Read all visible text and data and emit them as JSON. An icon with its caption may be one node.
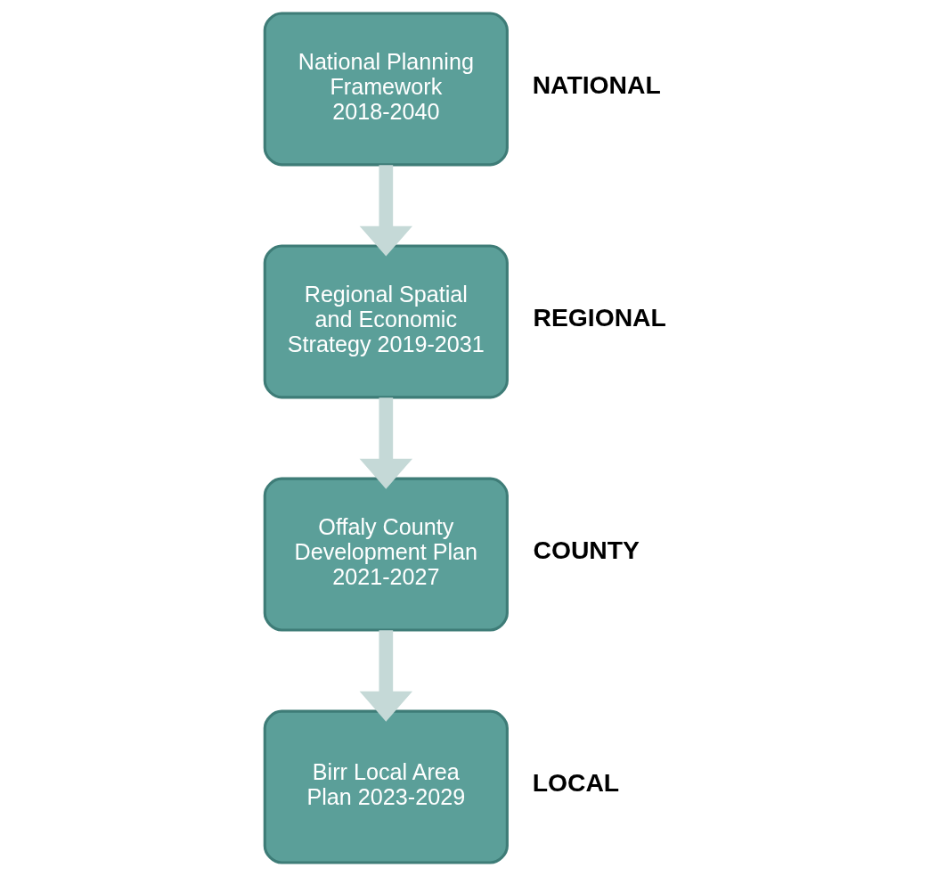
{
  "diagram": {
    "nodes": [
      {
        "text": [
          "National Planning Framework 2018-2040"
        ],
        "beside": [
          "NATIONAL"
        ]
      },
      {
        "text": [
          "Regional Spatial and Economic Strategy 2019-2031"
        ],
        "beside": [
          "REGIONAL"
        ]
      },
      {
        "text": [
          "Offaly County Development Plan 2021-2027"
        ],
        "beside": [
          "COUNTY"
        ]
      },
      {
        "text": [
          "Birr Local Area Plan 2023-2029"
        ],
        "beside": [
          "LOCAL"
        ]
      }
    ],
    "edges": [
      {
        "from": 0,
        "to": 1,
        "arrow": "to"
      },
      {
        "from": 1,
        "to": 2,
        "arrow": "to"
      },
      {
        "from": 2,
        "to": 3,
        "arrow": "to"
      }
    ]
  }
}
